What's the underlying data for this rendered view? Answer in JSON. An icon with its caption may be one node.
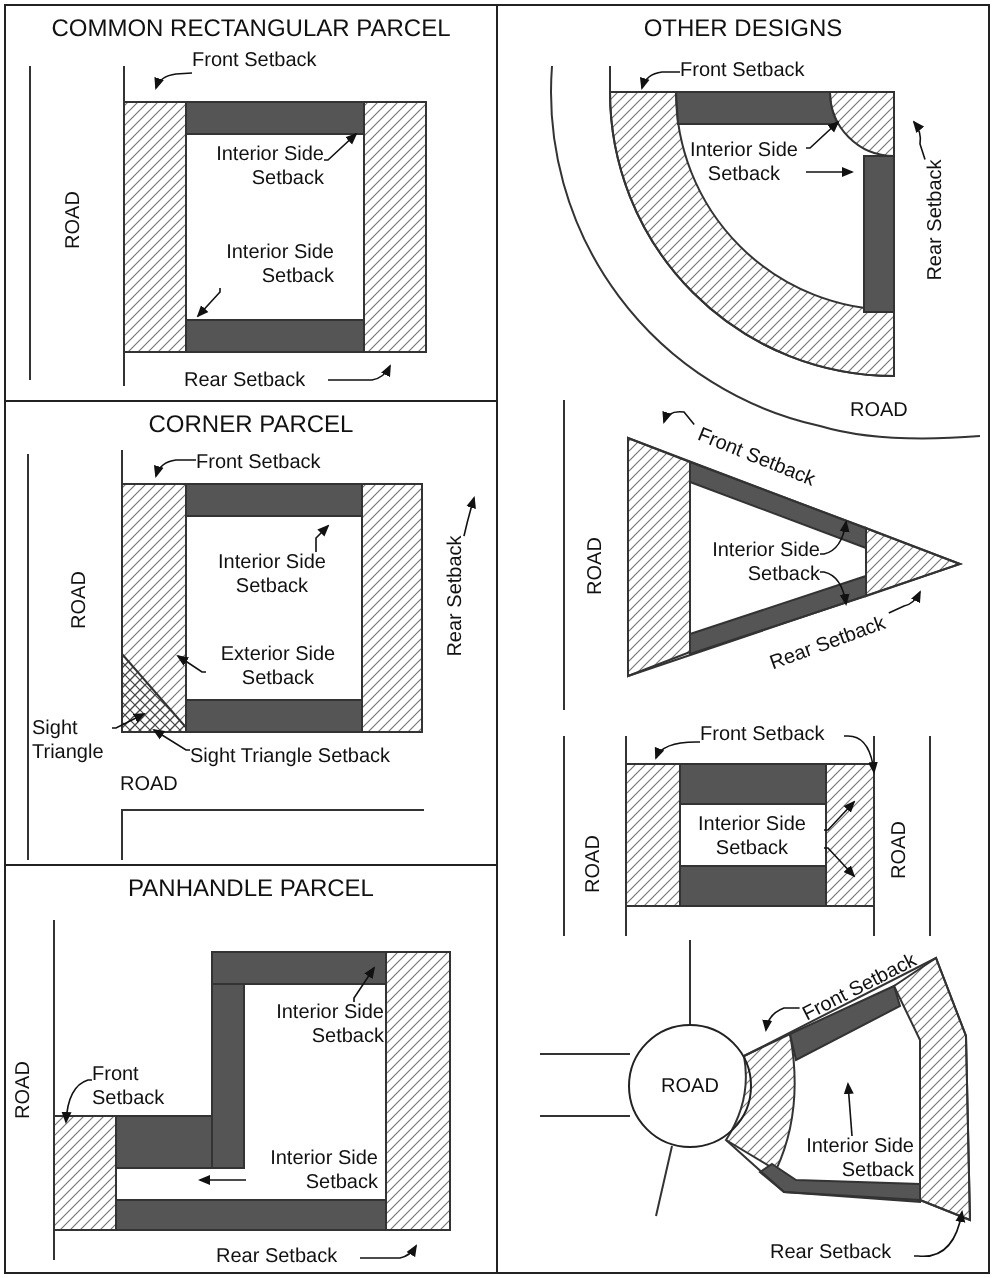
{
  "diagram": {
    "nodes": [
      {
        "text": [
          "COMMON RECTANGULAR PARCEL"
        ]
      },
      {
        "text": [
          "Front Setback"
        ],
        "in": 0
      },
      {
        "text": [
          "Interior Side Setback"
        ],
        "in": 0
      },
      {
        "text": [
          "Interior Side Setback"
        ],
        "in": 0
      },
      {
        "text": [
          "Rear Setback"
        ],
        "in": 0
      },
      {
        "text": [
          "CORNER PARCEL"
        ]
      },
      {
        "text": [
          "Front Setback"
        ],
        "in": 5
      },
      {
        "text": [
          "Interior Side Setback"
        ],
        "in": 5
      },
      {
        "text": [
          "Exterior Side Setback"
        ],
        "in": 5
      },
      {
        "text": [
          "Rear Setback"
        ],
        "in": 5
      },
      {
        "text": [
          "Sight Triangle"
        ],
        "in": 5
      },
      {
        "text": [
          "Sight Triangle Setback"
        ],
        "in": 5
      },
      {
        "text": [
          "PANHANDLE PARCEL"
        ]
      },
      {
        "text": [
          "Interior Side Setback"
        ],
        "in": 12
      },
      {
        "text": [
          "Front Setback"
        ],
        "in": 12
      },
      {
        "text": [
          "Interior Side Setback"
        ],
        "in": 12
      },
      {
        "text": [
          "Rear Setback"
        ],
        "in": 12
      },
      {
        "text": [
          "OTHER DESIGNS"
        ]
      },
      {
        "text": [
          "Front Setback"
        ],
        "in": 17
      },
      {
        "text": [
          "Interior Side Setback"
        ],
        "in": 17
      },
      {
        "text": [
          "Rear Setback"
        ],
        "in": 17
      },
      {
        "text": [
          "Front Setback"
        ],
        "in": 17
      },
      {
        "text": [
          "Interior Side Setback"
        ],
        "in": 17
      },
      {
        "text": [
          "Rear Setback"
        ],
        "in": 17
      },
      {
        "text": [
          "Front Setback"
        ],
        "in": 17
      },
      {
        "text": [
          "Interior Side Setback"
        ],
        "in": 17
      },
      {
        "text": [
          "ROAD"
        ],
        "in": 17
      },
      {
        "text": [
          "Front Setback"
        ],
        "in": 17
      },
      {
        "text": [
          "Interior Side Setback"
        ],
        "in": 17
      },
      {
        "text": [
          "Rear Setback"
        ],
        "in": 17
      }
    ],
    "edges": [
      {
        "from": 1,
        "to": null,
        "arrow": "to"
      },
      {
        "from": 2,
        "to": null,
        "arrow": "to"
      },
      {
        "from": 3,
        "to": null,
        "arrow": "to"
      },
      {
        "from": 4,
        "to": null,
        "arrow": "to"
      },
      {
        "from": 6,
        "to": null,
        "arrow": "to"
      },
      {
        "from": 7,
        "to": null,
        "arrow": "to"
      },
      {
        "from": 8,
        "to": null,
        "arrow": "to"
      },
      {
        "from": 9,
        "to": null,
        "arrow": "to"
      },
      {
        "from": 10,
        "to": null,
        "arrow": "to"
      },
      {
        "from": 11,
        "to": null,
        "arrow": "to"
      },
      {
        "from": 13,
        "to": null,
        "arrow": "to"
      },
      {
        "from": 14,
        "to": null,
        "arrow": "to"
      },
      {
        "from": 15,
        "to": null,
        "arrow": "to"
      },
      {
        "from": 16,
        "to": null,
        "arrow": "to"
      },
      {
        "from": 18,
        "to": null,
        "arrow": "to"
      },
      {
        "from": 19,
        "to": null,
        "arrow": "to"
      },
      {
        "from": 19,
        "to": null,
        "arrow": "to"
      },
      {
        "from": 20,
        "to": null,
        "arrow": "to"
      },
      {
        "from": 21,
        "to": null,
        "arrow": "to"
      },
      {
        "from": 22,
        "to": null,
        "arrow": "to"
      },
      {
        "from": 22,
        "to": null,
        "arrow": "to"
      },
      {
        "from": 23,
        "to": null,
        "arrow": "to"
      },
      {
        "from": 24,
        "to": null,
        "arrow": "to"
      },
      {
        "from": 24,
        "to": null,
        "arrow": "to"
      },
      {
        "from": 25,
        "to": null,
        "arrow": "to"
      },
      {
        "from": 25,
        "to": null,
        "arrow": "to"
      },
      {
        "from": 27,
        "to": null,
        "arrow": "to"
      },
      {
        "from": 28,
        "to": null,
        "arrow": "to"
      },
      {
        "from": 29,
        "to": null,
        "arrow": "to"
      }
    ],
    "labels": [
      "ROAD",
      "ROAD",
      "ROAD",
      "ROAD",
      "ROAD",
      "ROAD",
      "ROAD",
      "ROAD"
    ]
  }
}
